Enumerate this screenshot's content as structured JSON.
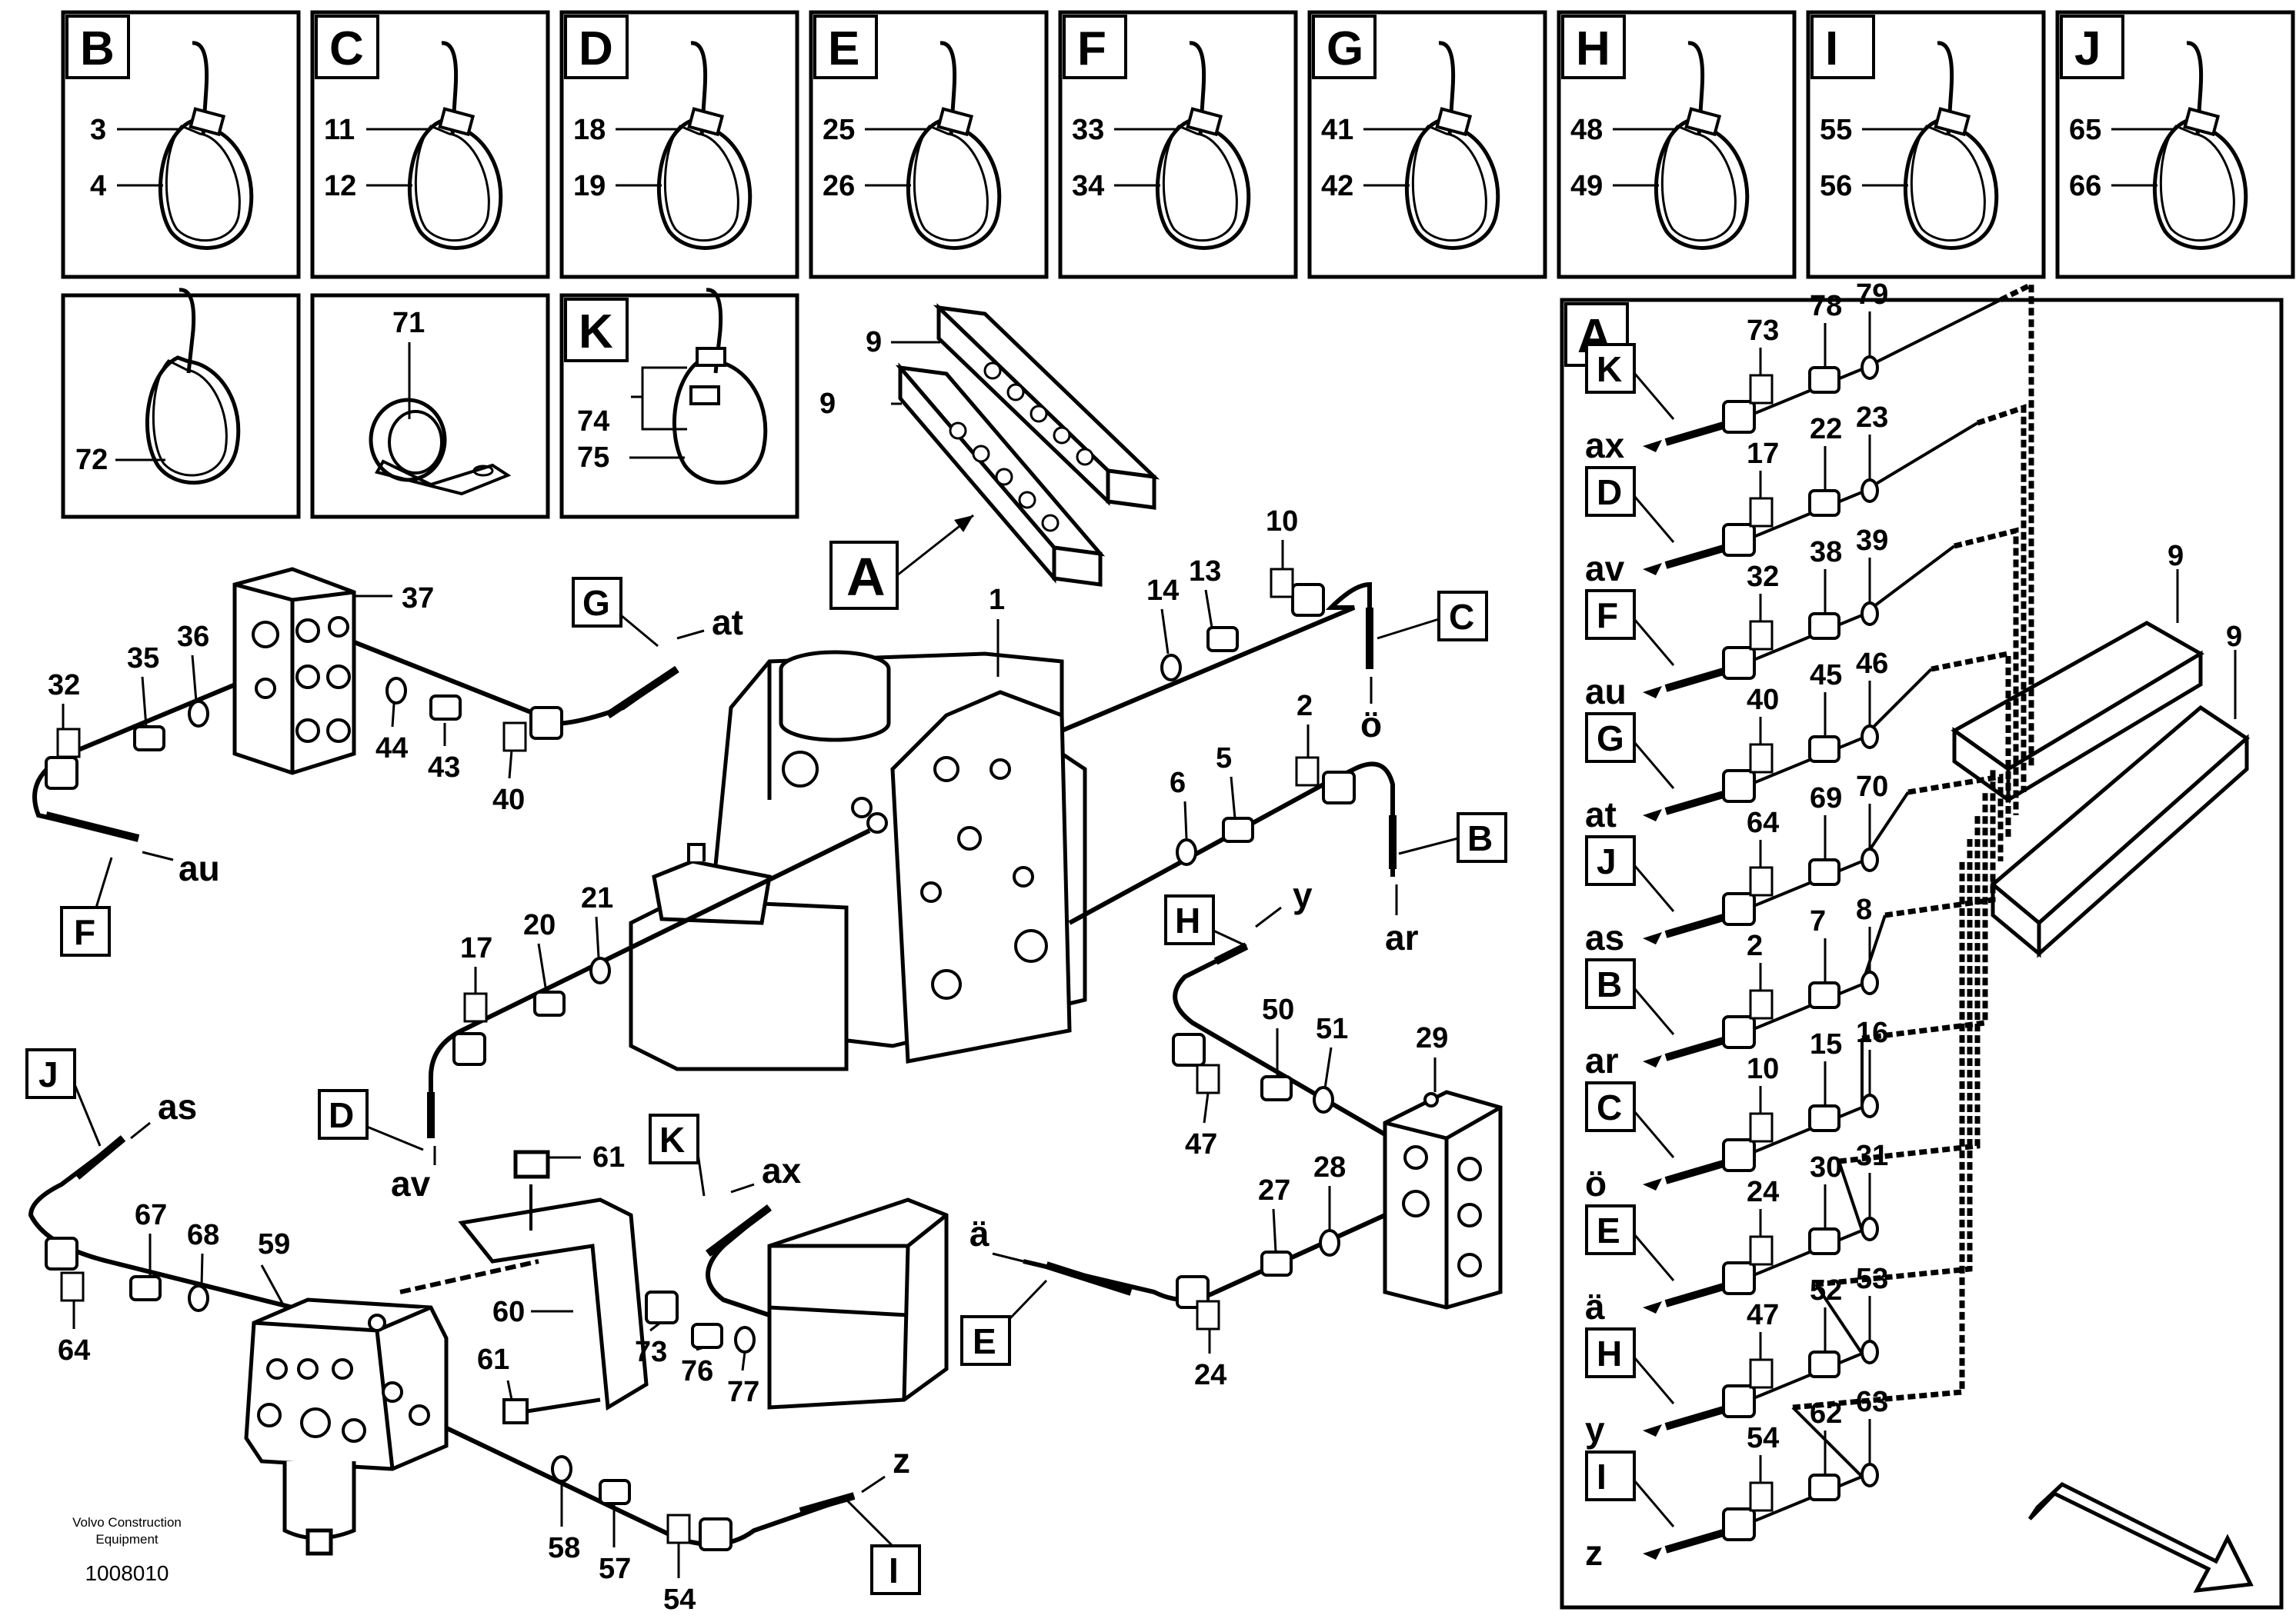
{
  "inset_panels": [
    {
      "letter": "B",
      "top": "3",
      "bottom": "4"
    },
    {
      "letter": "C",
      "top": "11",
      "bottom": "12"
    },
    {
      "letter": "D",
      "top": "18",
      "bottom": "19"
    },
    {
      "letter": "E",
      "top": "25",
      "bottom": "26"
    },
    {
      "letter": "F",
      "top": "33",
      "bottom": "34"
    },
    {
      "letter": "G",
      "top": "41",
      "bottom": "42"
    },
    {
      "letter": "H",
      "top": "48",
      "bottom": "49"
    },
    {
      "letter": "I",
      "top": "55",
      "bottom": "56"
    },
    {
      "letter": "J",
      "top": "65",
      "bottom": "66"
    }
  ],
  "row2_panels": {
    "tie_72": "72",
    "clamp_71": "71",
    "k_letter": "K",
    "k_top": "74",
    "k_bottom": "75"
  },
  "detail_A": {
    "letter": "A",
    "manifold_labels": [
      "9",
      "9"
    ],
    "rows": [
      {
        "box": "K",
        "end": "ax",
        "a": "73",
        "b": "78",
        "c": "79"
      },
      {
        "box": "D",
        "end": "av",
        "a": "17",
        "b": "22",
        "c": "23"
      },
      {
        "box": "F",
        "end": "au",
        "a": "32",
        "b": "38",
        "c": "39"
      },
      {
        "box": "G",
        "end": "at",
        "a": "40",
        "b": "45",
        "c": "46"
      },
      {
        "box": "J",
        "end": "as",
        "a": "64",
        "b": "69",
        "c": "70"
      },
      {
        "box": "B",
        "end": "ar",
        "a": "2",
        "b": "7",
        "c": "8"
      },
      {
        "box": "C",
        "end": "ö",
        "a": "10",
        "b": "15",
        "c": "16"
      },
      {
        "box": "E",
        "end": "ä",
        "a": "24",
        "b": "30",
        "c": "31"
      },
      {
        "box": "H",
        "end": "y",
        "a": "47",
        "b": "52",
        "c": "53"
      },
      {
        "box": "I",
        "end": "z",
        "a": "54",
        "b": "62",
        "c": "63"
      }
    ]
  },
  "main_labels": {
    "valve_1": "1",
    "manifold_9a": "9",
    "manifold_9b": "9",
    "box_A": "A",
    "block_37": "37",
    "n32": "32",
    "n35": "35",
    "n36": "36",
    "n44": "44",
    "n43": "43",
    "n40": "40",
    "box_F": "F",
    "end_au": "au",
    "box_G": "G",
    "end_at": "at",
    "n10": "10",
    "n13": "13",
    "n14": "14",
    "box_C": "C",
    "end_o": "ö",
    "n2": "2",
    "n5": "5",
    "n6": "6",
    "box_B": "B",
    "end_ar": "ar",
    "n17": "17",
    "n20": "20",
    "n21": "21",
    "box_D": "D",
    "end_av": "av",
    "box_H": "H",
    "end_y": "y",
    "n50": "50",
    "n51": "51",
    "n47": "47",
    "block_29": "29",
    "n27": "27",
    "n28": "28",
    "n24": "24",
    "end_a": "ä",
    "box_E": "E",
    "box_J": "J",
    "end_as": "as",
    "n67": "67",
    "n68": "68",
    "n64": "64",
    "block_59": "59",
    "n61a": "61",
    "n61b": "61",
    "n60": "60",
    "box_K": "K",
    "end_ax": "ax",
    "n73": "73",
    "n76": "76",
    "n77": "77",
    "n58": "58",
    "n57": "57",
    "n54": "54",
    "box_I": "I",
    "end_z": "z"
  },
  "footer": {
    "line1": "Volvo Construction",
    "line2": "Equipment",
    "code": "1008010"
  }
}
